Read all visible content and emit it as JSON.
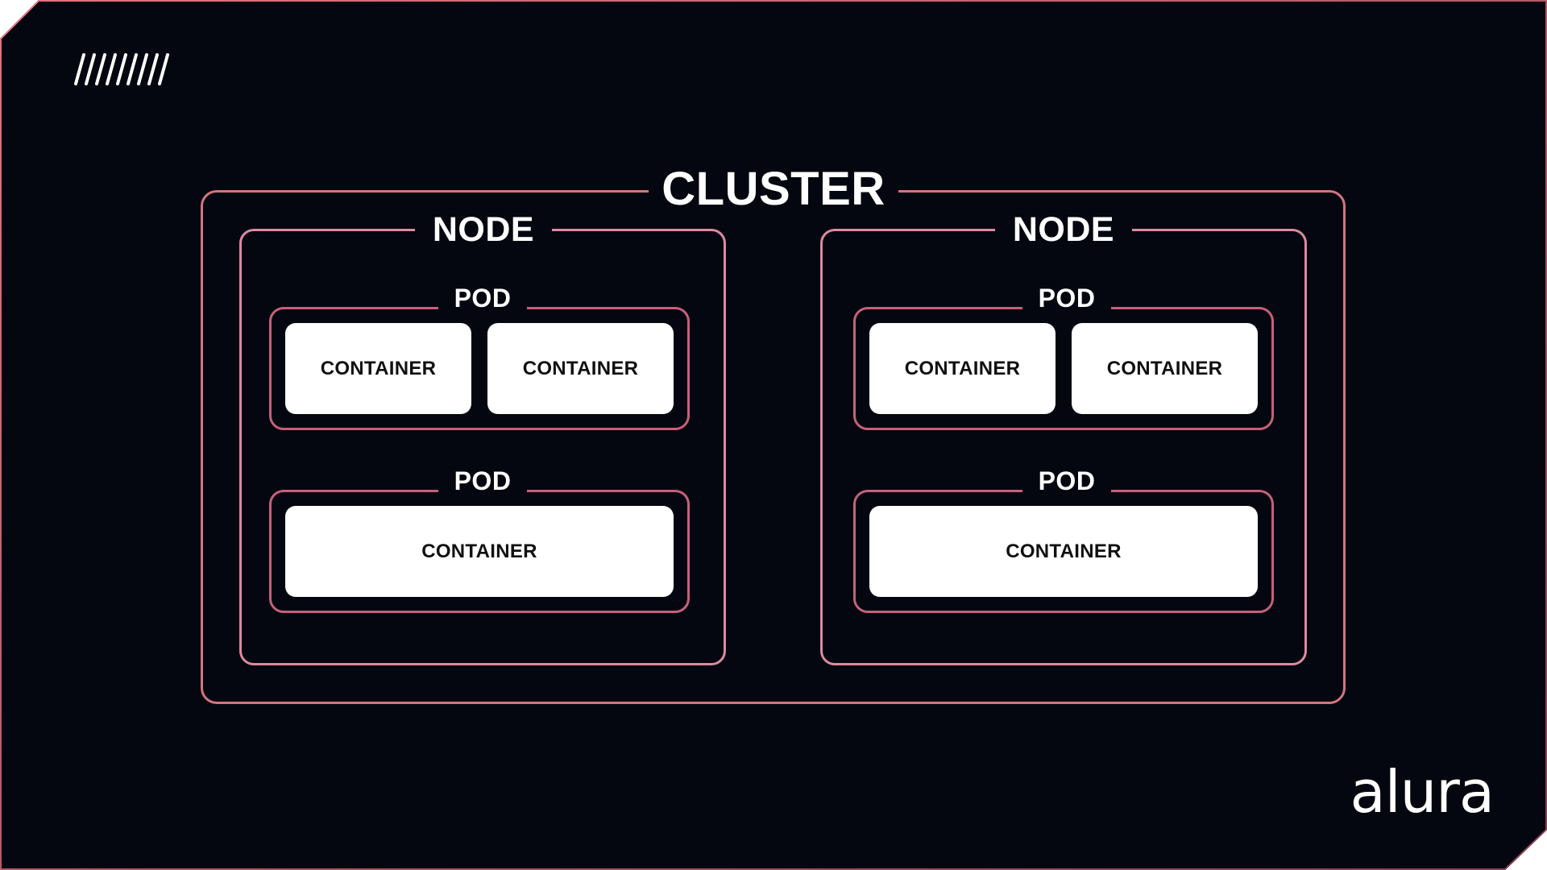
{
  "diagram": {
    "cluster_label": "CLUSTER",
    "nodes": [
      {
        "label": "NODE",
        "pods": [
          {
            "label": "POD",
            "containers": [
              "CONTAINER",
              "CONTAINER"
            ]
          },
          {
            "label": "POD",
            "containers": [
              "CONTAINER"
            ]
          }
        ]
      },
      {
        "label": "NODE",
        "pods": [
          {
            "label": "POD",
            "containers": [
              "CONTAINER",
              "CONTAINER"
            ]
          },
          {
            "label": "POD",
            "containers": [
              "CONTAINER"
            ]
          }
        ]
      }
    ]
  },
  "brand": {
    "logo_text": "alura",
    "decoration_icon": "slash-stripes-icon"
  },
  "colors": {
    "background": "#04070f",
    "cluster_border": "#d27580",
    "node_border": "#dc8aa2",
    "pod_border": "#c7607b",
    "container_fill": "#ffffff",
    "text_light": "#ffffff",
    "text_dark": "#101010"
  }
}
